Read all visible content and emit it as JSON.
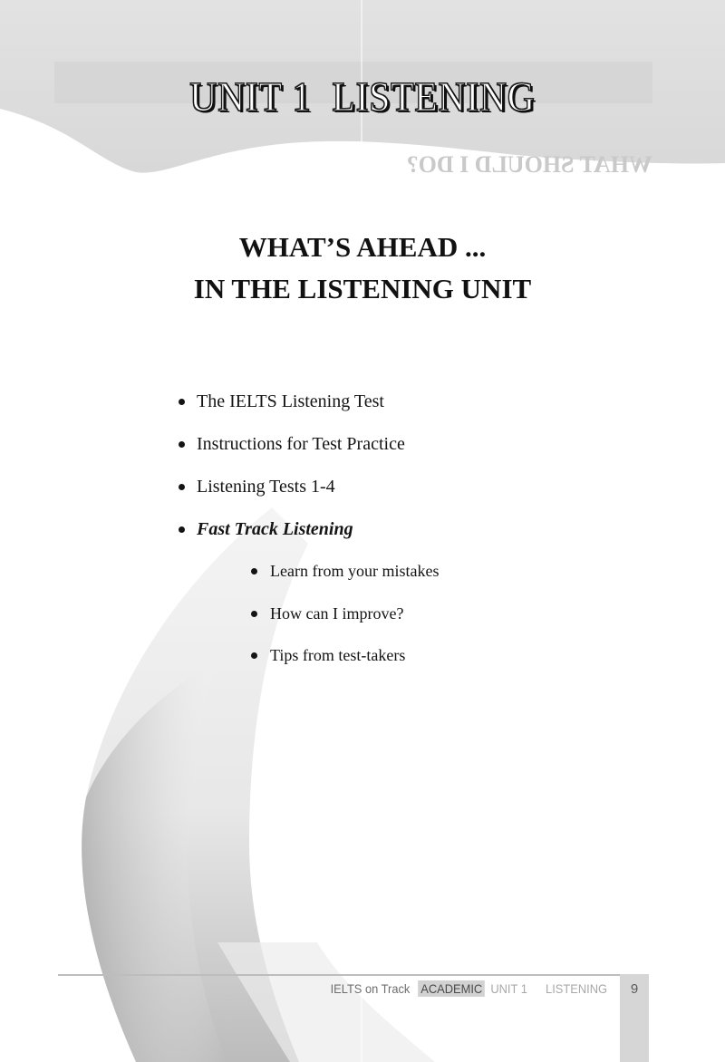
{
  "unit_banner": {
    "title": "UNIT 1  LISTENING"
  },
  "heading": {
    "line1": "WHAT’S AHEAD ...",
    "line2": "IN THE LISTENING UNIT"
  },
  "contents": {
    "items": [
      {
        "label": "The IELTS Listening Test",
        "style": "normal"
      },
      {
        "label": "Instructions for Test Practice",
        "style": "normal"
      },
      {
        "label": "Listening Tests 1-4",
        "style": "normal"
      },
      {
        "label": "Fast Track Listening",
        "style": "italic-bold"
      }
    ],
    "sub_items": [
      {
        "label": "Learn from your mistakes"
      },
      {
        "label": "How can I improve?"
      },
      {
        "label": "Tips from test-takers"
      }
    ]
  },
  "footer": {
    "book_title": "IELTS on Track",
    "edition_badge": "ACADEMIC",
    "unit": "UNIT 1",
    "section": "LISTENING",
    "page_number": "9"
  },
  "colors": {
    "banner_gray": "#dcdcdc",
    "text": "#141414",
    "footer_text": "#7a7a7a",
    "page_tab": "#d6d6d6"
  }
}
